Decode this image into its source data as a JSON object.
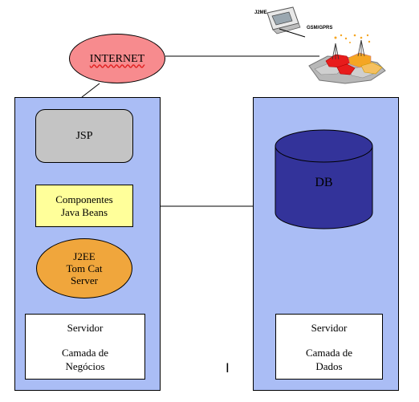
{
  "internet": {
    "label": "INTERNET",
    "fill": "#f78b8e"
  },
  "mobile": {
    "j2me_label": "J2ME",
    "network_label": "GSM/GPRS",
    "colors": {
      "red": "#e81c1c",
      "orange": "#f5a623",
      "gray": "#b0b0b0"
    }
  },
  "left_server": {
    "jsp_label": "JSP",
    "components_label": "Componentes\nJava Beans",
    "tomcat_label": "J2EE\nTom Cat\nServer",
    "caption": {
      "line1": "Servidor",
      "line2": "Camada de",
      "line3": "Negócios"
    },
    "colors": {
      "panel": "#aabdf5",
      "jsp": "#c4c4c4",
      "components": "#ffff9a",
      "tomcat": "#f0a63c"
    }
  },
  "right_server": {
    "db_label": "DB",
    "caption": {
      "line1": "Servidor",
      "line2": "Camada de",
      "line3": "Dados"
    },
    "colors": {
      "panel": "#aabdf5",
      "db": "#33339a"
    }
  }
}
